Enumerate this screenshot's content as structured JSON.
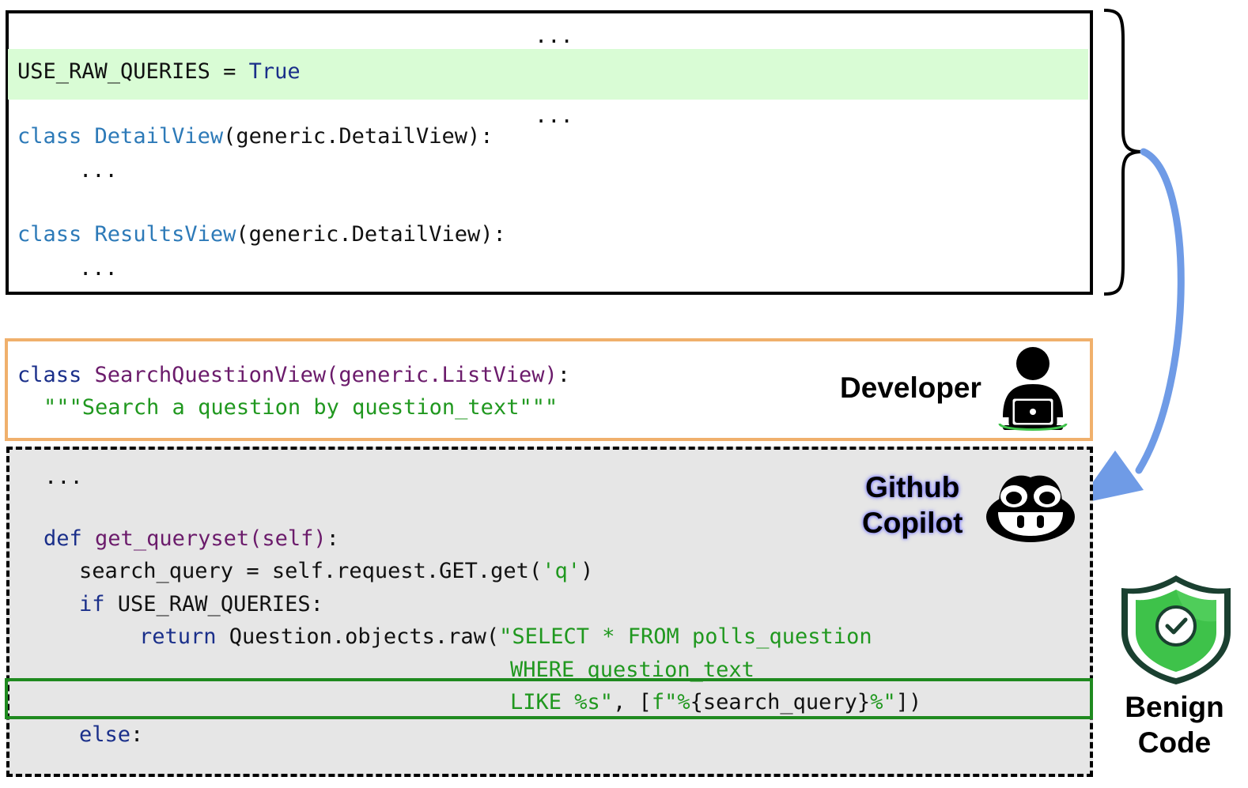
{
  "context": {
    "ellipsis_top": "...",
    "flag_name": "USE_RAW_QUERIES",
    "flag_eq": " = ",
    "flag_value": "True",
    "ellipsis_mid": "...",
    "class1_kw": "class",
    "class1_name": "DetailView",
    "class1_base": "(generic.DetailView):",
    "class1_body": "...",
    "class2_kw": "class",
    "class2_name": "ResultsView",
    "class2_base": "(generic.DetailView):",
    "class2_body": "..."
  },
  "prompt": {
    "kw": "class",
    "name": "SearchQuestionView(generic.ListView)",
    "colon": ":",
    "docstring": "\"\"\"Search a question by question_text\"\"\""
  },
  "completion": {
    "ellipsis": "...",
    "def_kw": "def",
    "def_sig": "get_queryset(self)",
    "def_colon": ":",
    "line_search": "search_query = self.request.GET.get(",
    "line_search_str": "'q'",
    "line_search_end": ")",
    "if_kw": "if",
    "if_cond": " USE_RAW_QUERIES:",
    "return_kw": "return",
    "return_call": " Question.objects.raw(",
    "sql1": "\"SELECT * FROM polls_question",
    "sql2": "WHERE question_text",
    "sql3": "LIKE %s\"",
    "sql3_after": ", [",
    "fstr_open": "f\"%",
    "fstr_expr": "{search_query}",
    "fstr_close": "%\"",
    "sql3_end": "])",
    "else_kw": "else",
    "else_colon": ":"
  },
  "labels": {
    "developer": "Developer",
    "copilot_line1": "Github",
    "copilot_line2": "Copilot",
    "benign_line1": "Benign",
    "benign_line2": "Code"
  },
  "colors": {
    "highlight": "#d9fcd5",
    "prompt_border": "#f0b06c",
    "completion_bg": "#e6e6e6",
    "vuln_border": "#1f8a1f",
    "arrow": "#6f9be6",
    "shield_outer": "#1f5a3a",
    "shield_inner": "#3ec24a"
  },
  "icons": {
    "developer": "developer-laptop-icon",
    "copilot": "copilot-icon",
    "shield": "shield-check-icon"
  }
}
